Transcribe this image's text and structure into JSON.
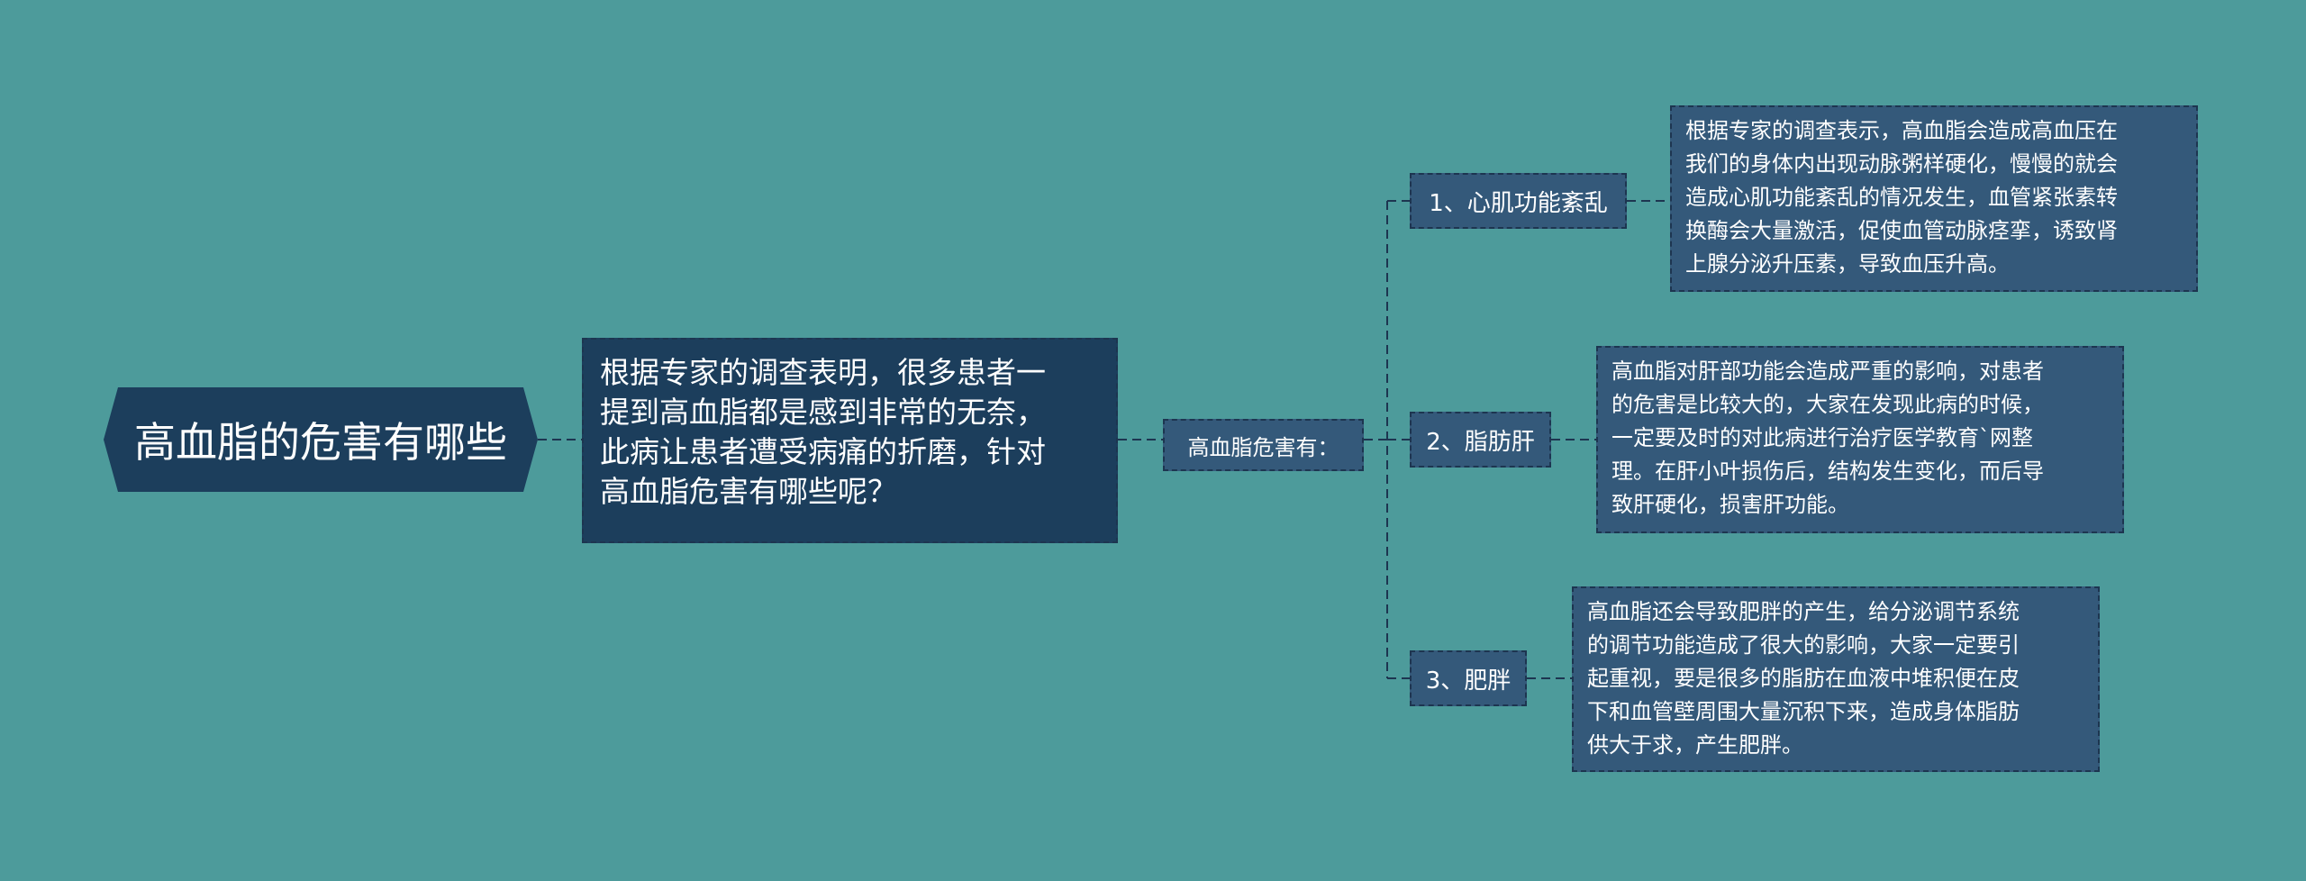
{
  "root": {
    "title": "高血脂的危害有哪些"
  },
  "intro": {
    "lines": [
      "根据专家的调查表明，很多患者一",
      "提到高血脂都是感到非常的无奈，",
      "此病让患者遭受病痛的折磨，针对",
      "高血脂危害有哪些呢？"
    ]
  },
  "hub": {
    "label": "高血脂危害有："
  },
  "branches": [
    {
      "label": "1、心肌功能紊乱",
      "detail_lines": [
        "根据专家的调查表示，高血脂会造成高血压在",
        "我们的身体内出现动脉粥样硬化，慢慢的就会",
        "造成心肌功能紊乱的情况发生，血管紧张素转",
        "换酶会大量激活，促使血管动脉痉挛，诱致肾",
        "上腺分泌升压素，导致血压升高。"
      ]
    },
    {
      "label": "2、脂肪肝",
      "detail_lines": [
        "高血脂对肝部功能会造成严重的影响，对患者",
        "的危害是比较大的，大家在发现此病的时候，",
        "一定要及时的对此病进行治疗医学教育`网整",
        "理。在肝小叶损伤后，结构发生变化，而后导",
        "致肝硬化，损害肝功能。"
      ]
    },
    {
      "label": "3、肥胖",
      "detail_lines": [
        "高血脂还会导致肥胖的产生，给分泌调节系统",
        "的调节功能造成了很大的影响，大家一定要引",
        "起重视，要是很多的脂肪在血液中堆积便在皮",
        "下和血管壁周围大量沉积下来，造成身体脂肪",
        "供大于求，产生肥胖。"
      ]
    }
  ],
  "colors": {
    "background": "#4d9b9b",
    "root_fill": "#1c3e5c",
    "node_fill": "#34597a",
    "connector": "#1d3550",
    "text": "#ffffff"
  }
}
